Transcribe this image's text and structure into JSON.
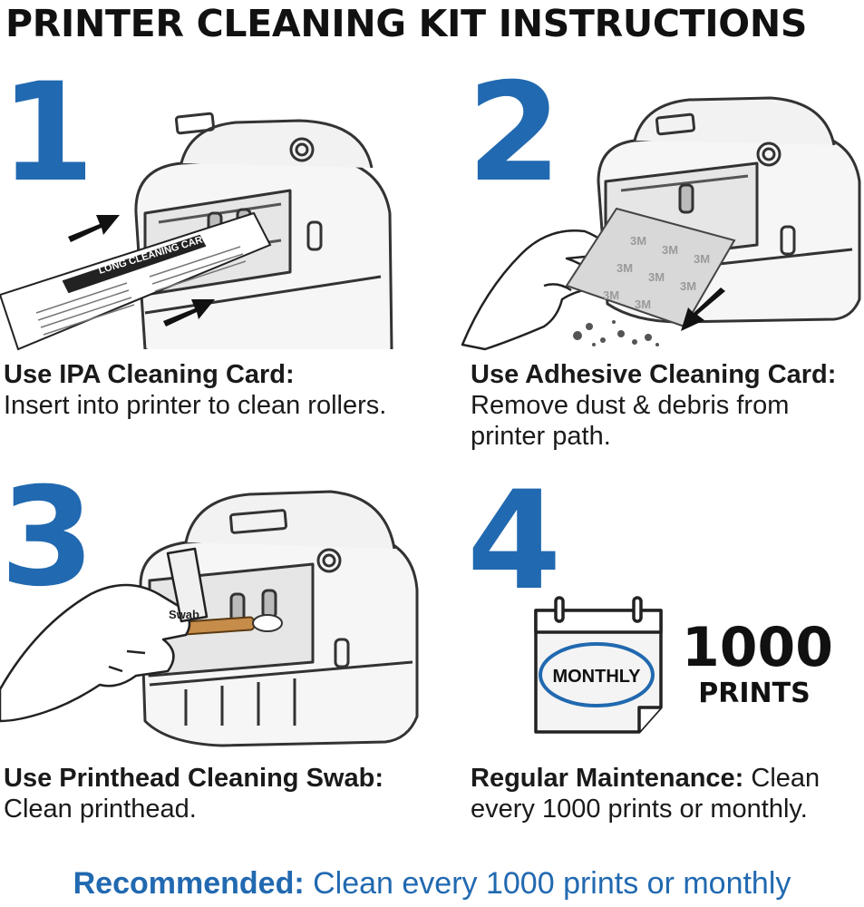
{
  "title": "PRINTER CLEANING KIT INSTRUCTIONS",
  "steps": [
    {
      "number": "1",
      "heading": "Use IPA Cleaning Card:",
      "text": "Insert into printer to clean rollers.",
      "card_label": "LONG CLEANING CARD",
      "icons": [
        "printer-icon",
        "cleaning-card-icon",
        "arrow-right-icon"
      ]
    },
    {
      "number": "2",
      "heading": "Use Adhesive Cleaning Card:",
      "text": "Remove dust & debris from printer path.",
      "card_label": "3M",
      "icons": [
        "printer-icon",
        "hand-icon",
        "adhesive-card-icon",
        "arrow-down-left-icon"
      ]
    },
    {
      "number": "3",
      "heading": "Use Printhead Cleaning Swab:",
      "text": "Clean printhead.",
      "swab_label": "Swab",
      "icons": [
        "printer-icon",
        "hand-icon",
        "swab-icon"
      ]
    },
    {
      "number": "4",
      "heading": "Regular Maintenance:",
      "text": "Clean every 1000 prints or monthly.",
      "calendar_label": "MONTHLY",
      "count_value": "1000",
      "count_unit": "PRINTS",
      "icons": [
        "calendar-icon"
      ]
    }
  ],
  "footer": {
    "lead": "Recommended:",
    "text": " Clean every 1000 prints or monthly"
  },
  "colors": {
    "accent_blue": "#2169b0",
    "text": "#111111",
    "line": "#333333"
  }
}
